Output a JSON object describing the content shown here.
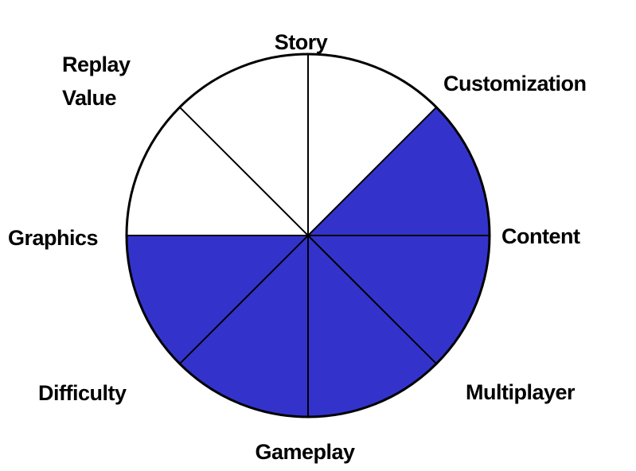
{
  "wheel": {
    "colors": {
      "filled": "#3333cc",
      "empty": "#ffffff",
      "stroke": "#000000"
    },
    "sectors": [
      {
        "id": "customization",
        "label": "Customization",
        "filled": false
      },
      {
        "id": "content",
        "label": "Content",
        "filled": true
      },
      {
        "id": "multiplayer",
        "label": "Multiplayer",
        "filled": true
      },
      {
        "id": "gameplay",
        "label": "Gameplay",
        "filled": true
      },
      {
        "id": "difficulty",
        "label": "Difficulty",
        "filled": true
      },
      {
        "id": "graphics",
        "label": "Graphics",
        "filled": true
      },
      {
        "id": "replay-value",
        "label": "Replay Value",
        "filled": false
      },
      {
        "id": "story",
        "label": "Story",
        "filled": false
      }
    ]
  },
  "labels": {
    "story": "Story",
    "customization": "Customization",
    "content": "Content",
    "multiplayer": "Multiplayer",
    "gameplay": "Gameplay",
    "difficulty": "Difficulty",
    "graphics": "Graphics",
    "replay_value_line1": "Replay",
    "replay_value_line2": "Value"
  }
}
